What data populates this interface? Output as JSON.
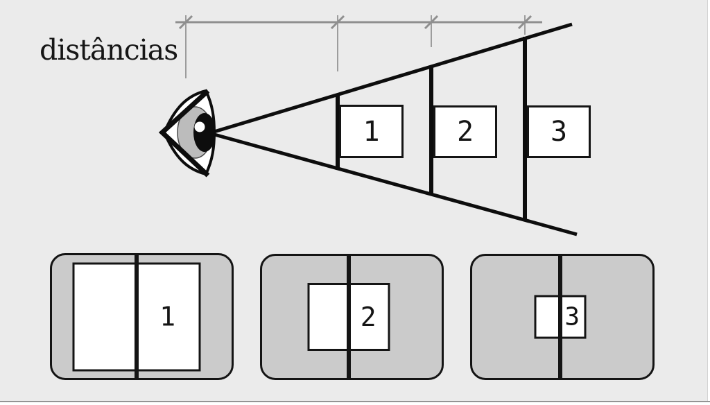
{
  "title": "distâncias",
  "colors": {
    "background": "#ebebeb",
    "stroke_black": "#141414",
    "screen_fill": "#cbcbcb",
    "object_fill": "#ffffff",
    "dimension_gray": "#8f8f8f",
    "iris_gray": "#bcbcbc"
  },
  "cone_objects": [
    {
      "label": "1"
    },
    {
      "label": "2"
    },
    {
      "label": "3"
    }
  ],
  "screens": [
    {
      "label": "1"
    },
    {
      "label": "2"
    },
    {
      "label": "3"
    }
  ]
}
